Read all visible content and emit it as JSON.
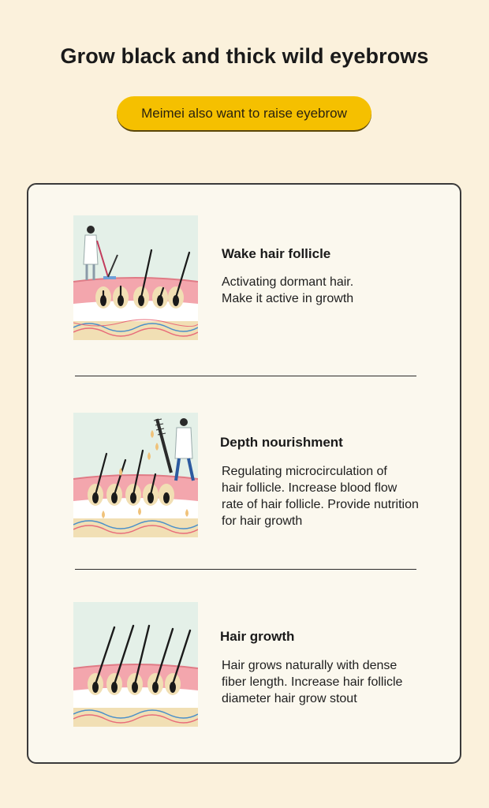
{
  "header": {
    "title": "Grow black and thick wild eyebrows",
    "pill_label": "Meimei also want to raise eyebrow"
  },
  "colors": {
    "background": "#fbf1dc",
    "accent": "#f5c000",
    "card_background": "#fbf8ee",
    "skin": "#f3a6ad",
    "follicle": "#f1dfb4"
  },
  "steps": [
    {
      "heading": "Wake hair follicle",
      "description_lines": [
        "Activating dormant hair.",
        "Make it active in growth"
      ],
      "illustration": "doctor-with-tool-waking-follicle-icon"
    },
    {
      "heading": "Depth nourishment",
      "description_lines": [
        "Regulating microcirculation of",
        "hair follicle. Increase blood flow",
        "rate of hair follicle. Provide nutrition",
        "for hair growth"
      ],
      "illustration": "doctor-with-brush-nourishment-icon"
    },
    {
      "heading": "Hair growth",
      "description_lines": [
        "Hair grows naturally with dense",
        "fiber length. Increase hair follicle",
        "diameter hair grow stout"
      ],
      "illustration": "hair-growth-follicles-icon"
    }
  ]
}
